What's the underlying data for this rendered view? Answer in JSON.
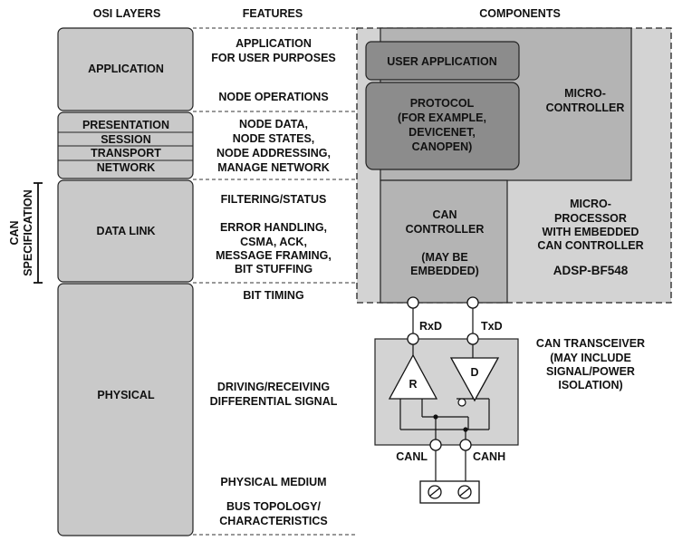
{
  "headers": {
    "osi": "OSI LAYERS",
    "features": "FEATURES",
    "components": "COMPONENTS"
  },
  "osi_layers": {
    "application": "APPLICATION",
    "presentation": "PRESENTATION",
    "session": "SESSION",
    "transport": "TRANSPORT",
    "network": "NETWORK",
    "data_link": "DATA LINK",
    "physical": "PHYSICAL"
  },
  "can_spec": [
    "CAN",
    "SPECIFICATION"
  ],
  "features": {
    "application": [
      "APPLICATION",
      "FOR USER PURPOSES"
    ],
    "node_operations": "NODE OPERATIONS",
    "node_data": [
      "NODE DATA,",
      "NODE STATES,",
      "NODE ADDRESSING,",
      "MANAGE NETWORK"
    ],
    "filtering": "FILTERING/STATUS",
    "error_handling": [
      "ERROR HANDLING,",
      "CSMA, ACK,",
      "MESSAGE FRAMING,",
      "BIT STUFFING"
    ],
    "bit_timing": "BIT TIMING",
    "driving": [
      "DRIVING/RECEIVING",
      "DIFFERENTIAL SIGNAL"
    ],
    "physical_medium": "PHYSICAL MEDIUM",
    "bus_topology": [
      "BUS TOPOLOGY/",
      "CHARACTERISTICS"
    ]
  },
  "components": {
    "user_application": "USER APPLICATION",
    "protocol": [
      "PROTOCOL",
      "(FOR EXAMPLE,",
      "DEVICENET,",
      "CANOPEN)"
    ],
    "microcontroller": [
      "MICRO-",
      "CONTROLLER"
    ],
    "can_controller": [
      "CAN",
      "CONTROLLER"
    ],
    "may_be_embedded": [
      "(MAY BE",
      "EMBEDDED)"
    ],
    "microprocessor": [
      "MICRO-",
      "PROCESSOR",
      "WITH EMBEDDED",
      "CAN CONTROLLER"
    ],
    "part_number": "ADSP-BF548",
    "rxd": "RxD",
    "txd": "TxD",
    "receiver": "R",
    "driver": "D",
    "canl": "CANL",
    "canh": "CANH",
    "transceiver": [
      "CAN TRANSCEIVER",
      "(MAY INCLUDE",
      "SIGNAL/POWER",
      "ISOLATION)"
    ]
  },
  "colors": {
    "layer_fill": "#c9c9c9",
    "outer_box": "#d3d3d3",
    "micro_fill": "#b4b4b4",
    "inner_dark": "#8c8c8c",
    "transceiver_fill": "#d3d3d3"
  }
}
